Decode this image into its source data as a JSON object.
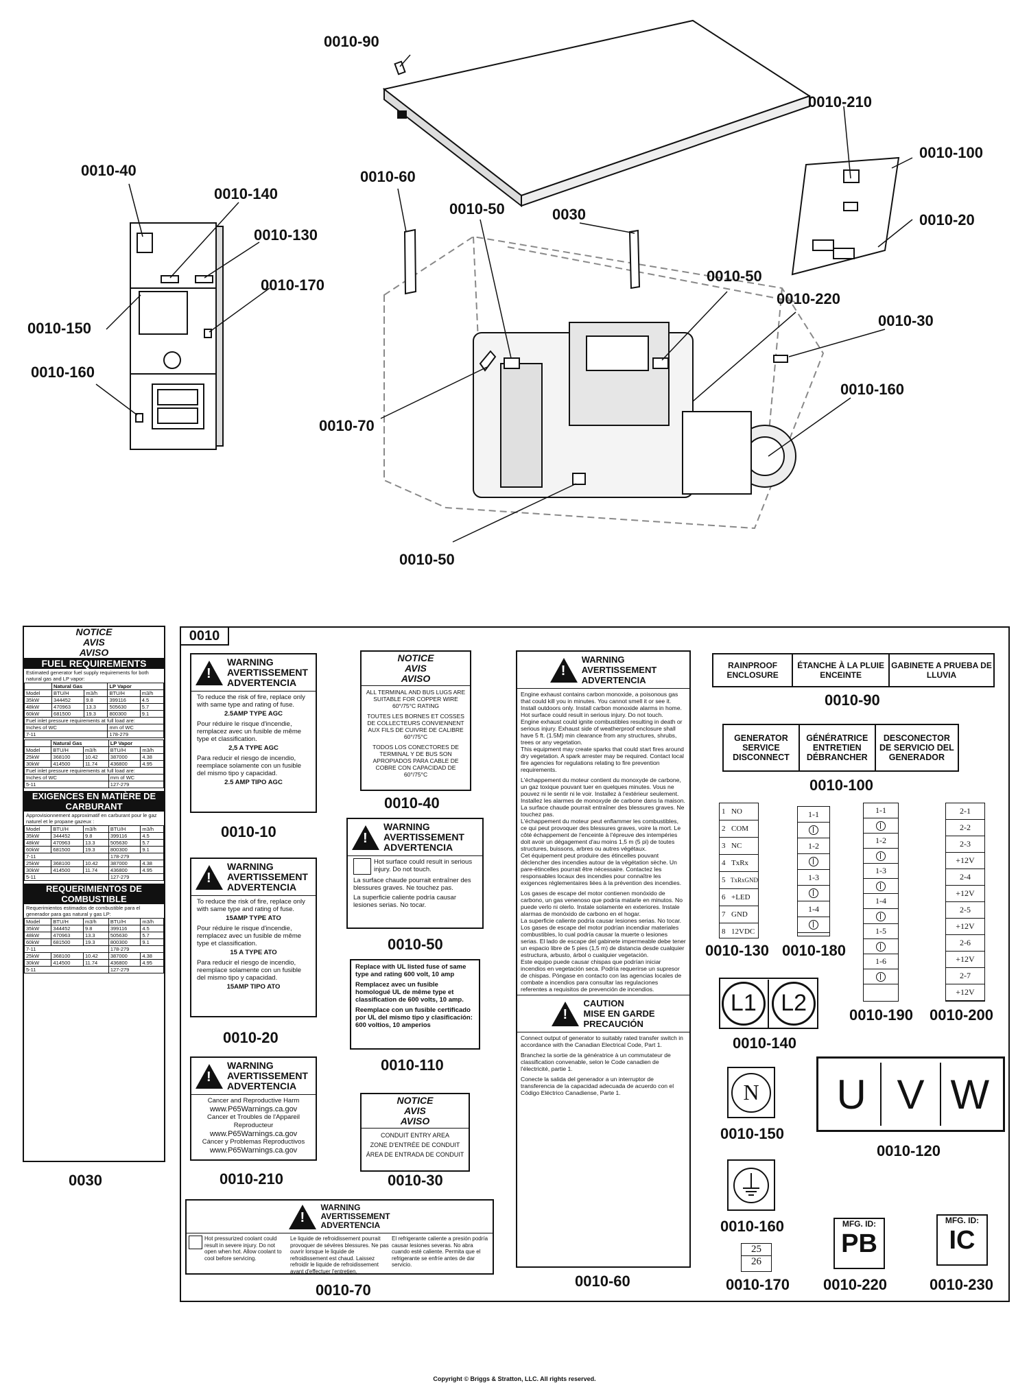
{
  "callouts": {
    "c_0010_90": "0010-90",
    "c_0010_210": "0010-210",
    "c_0010_100": "0010-100",
    "c_0010_20": "0010-20",
    "c_0010_40": "0010-40",
    "c_0010_140": "0010-140",
    "c_0010_130": "0010-130",
    "c_0010_170": "0010-170",
    "c_0010_150": "0010-150",
    "c_0010_160_left": "0010-160",
    "c_0010_60": "0010-60",
    "c_0010_50_top": "0010-50",
    "c_0030": "0030",
    "c_0010_50_mid": "0010-50",
    "c_0010_220": "0010-220",
    "c_0010_30": "0010-30",
    "c_0010_160_right": "0010-160",
    "c_0010_70": "0010-70",
    "c_0010_50_bottom": "0010-50"
  },
  "kit": {
    "id": "0010"
  },
  "fuel": {
    "notice": [
      "NOTICE",
      "AVIS",
      "AVISO"
    ],
    "en_title": "FUEL REQUIREMENTS",
    "en_sub": "Estimated generator fuel supply requirements for both natural gas and LP vapor:",
    "fr_title": "EXIGENCES EN MATIÈRE DE CARBURANT",
    "fr_sub": "Approvisionnement approximatif en carburant pour le gaz naturel et le propane gazeux :",
    "es_title": "REQUERIMIENTOS DE COMBUSTIBLE",
    "es_sub": "Requerimientos estimados de combustible para el generador para gas natural y gas LP:",
    "col_ng": "Natural Gas",
    "col_lp": "LP Vapor",
    "rows_a": [
      [
        "Model",
        "BTU/H",
        "m3/h",
        "BTU/H",
        "m3/h"
      ],
      [
        "35kW",
        "344452",
        "9.8",
        "399116",
        "4.5"
      ],
      [
        "48kW",
        "470963",
        "13.3",
        "505630",
        "5.7"
      ],
      [
        "60kW",
        "681500",
        "19.3",
        "800300",
        "9.1"
      ]
    ],
    "rows_b": [
      [
        "Model",
        "BTU/H",
        "m3/h",
        "BTU/H",
        "m3/h"
      ],
      [
        "25kW",
        "368100",
        "10.42",
        "387000",
        "4.38"
      ],
      [
        "30kW",
        "414500",
        "11.74",
        "436800",
        "4.95"
      ]
    ],
    "press_note": "Fuel inlet pressure requirements at full load are:",
    "inches_wc": "Inches of WC",
    "mm_wc": "mm of WC",
    "range_a1": "7-11",
    "range_a2": "178-279",
    "range_b1": "5-11",
    "range_b2": "127-279",
    "part": "0030"
  },
  "labels": {
    "l_0010_10": "0010-10",
    "l_0010_20": "0010-20",
    "l_0010_210": "0010-210",
    "l_0010_70": "0010-70",
    "l_0010_40": "0010-40",
    "l_0010_50": "0010-50",
    "l_0010_110": "0010-110",
    "l_0010_30": "0010-30",
    "l_0010_60": "0010-60",
    "l_0010_90": "0010-90",
    "l_0010_100": "0010-100",
    "l_0010_130": "0010-130",
    "l_0010_180": "0010-180",
    "l_0010_190": "0010-190",
    "l_0010_200": "0010-200",
    "l_0010_140": "0010-140",
    "l_0010_150": "0010-150",
    "l_0010_120": "0010-120",
    "l_0010_160": "0010-160",
    "l_0010_170": "0010-170",
    "l_0010_220": "0010-220",
    "l_0010_230": "0010-230",
    "l_0030": "0030"
  },
  "warn": {
    "w1": "WARNING",
    "w2": "AVERTISSEMENT",
    "w3": "ADVERTENCIA",
    "n1": "NOTICE",
    "n2": "AVIS",
    "n3": "AVISO",
    "c1": "CAUTION",
    "c2": "MISE EN GARDE",
    "c3": "PRECAUCIÓN"
  },
  "d10": {
    "en": "To reduce the risk of fire, replace only with same type and rating of fuse.",
    "en_b": "2.5AMP TYPE AGC",
    "fr": "Pour réduire le risque d'incendie, remplacez avec un fusible de même type et classification.",
    "fr_b": "2,5 A TYPE AGC",
    "es": "Para reducir el riesgo de incendio, reemplace solamente con un fusible del mismo tipo y capacidad.",
    "es_b": "2.5 AMP TIPO AGC"
  },
  "d20": {
    "en_b": "15AMP TYPE ATO",
    "fr_b": "15 A TYPE ATO",
    "es_b": "15AMP TIPO ATO"
  },
  "d210": {
    "l1": "Cancer and Reproductive Harm",
    "l2": "www.P65Warnings.ca.gov",
    "l3": "Cancer et Troubles de l'Appareil Reproducteur",
    "l4": "www.P65Warnings.ca.gov",
    "l5": "Cáncer y Problemas Reproductivos",
    "l6": "www.P65Warnings.ca.gov"
  },
  "d40": {
    "en": "ALL TERMINAL AND BUS LUGS ARE SUITABLE FOR COPPER WIRE 60°/75°C RATING",
    "fr": "TOUTES LES BORNES ET COSSES DE COLLECTEURS CONVIENNENT AUX FILS DE CUIVRE DE CALIBRE 60°/75°C",
    "es": "TODOS LOS CONECTORES DE TERMINAL Y DE BUS SON APROPIADOS PARA CABLE DE COBRE CON CAPACIDAD DE 60°/75°C"
  },
  "d50": {
    "en": "Hot surface could result in serious injury. Do not touch.",
    "fr": "La surface chaude pourrait entraîner des blessures graves. Ne touchez pas.",
    "es": "La superficie caliente podría causar lesiones serias. No tocar."
  },
  "d110": {
    "en": "Replace with UL listed fuse of same type and rating 600 volt, 10 amp",
    "fr": "Remplacez avec un fusible homologué UL de même type et classification de 600 volts, 10 amp.",
    "es": "Reemplace con un fusible certificado por UL del mismo tipo y clasificación: 600 voltios, 10 amperios"
  },
  "d30": {
    "en": "CONDUIT ENTRY AREA",
    "fr": "ZONE D'ENTRÉE DE CONDUIT",
    "es": "ÁREA DE ENTRADA DE CONDUIT"
  },
  "d70": {
    "en": "Hot pressurized coolant could result in severe injury. Do not open when hot. Allow coolant to cool before servicing.",
    "fr": "Le liquide de refroidissement pourrait provoquer de sévères blessures. Ne pas ouvrir lorsque le liquide de refroidissement est chaud. Laissez refroidir le liquide de refroidissement avant d'effectuer l'entretien.",
    "es": "El refrigerante caliente a presión podría causar lesiones severas. No abra cuando esté caliente. Permita que el refrigerante se enfríe antes de dar servicio."
  },
  "d60": {
    "p1": "Engine exhaust contains carbon monoxide, a poisonous gas that could kill you in minutes. You cannot smell it or see it. Install outdoors only. Install carbon monoxide alarms in home.",
    "p2": "Hot surface could result in serious injury. Do not touch.",
    "p3": "Engine exhaust could ignite combustibles resulting in death or serious injury. Exhaust side of weatherproof enclosure shall have 5 ft. (1.5M) min clearance from any structures, shrubs, trees or any vegetation.",
    "p4": "This equipment may create sparks that could start fires around dry vegetation. A spark arrester may be required. Contact local fire agencies for regulations relating to fire prevention requirements.",
    "p5": "L'échappement du moteur contient du monoxyde de carbone, un gaz toxique pouvant tuer en quelques minutes. Vous ne pouvez ni le sentir ni le voir. Installez à l'extérieur seulement. Installez les alarmes de monoxyde de carbone dans la maison.",
    "p6": "La surface chaude pourrait entraîner des blessures graves. Ne touchez pas.",
    "p7": "L'échappement du moteur peut enflammer les combustibles, ce qui peut provoquer des blessures graves, voire la mort. Le côté échappement de l'enceinte à l'épreuve des intempéries doit avoir un dégagement d'au moins 1,5 m (5 pi) de toutes structures, buissons, arbres ou autres végétaux.",
    "p8": "Cet équipement peut produire des étincelles pouvant déclencher des incendies autour de la végétation sèche. Un pare-étincelles pourrait être nécessaire. Contactez les responsables locaux des incendies pour connaître les exigences réglementaires liées à la prévention des incendies.",
    "p9": "Los gases de escape del motor contienen monóxido de carbono, un gas venenoso que podría matarle en minutos. No puede verlo ni olerlo. Instale solamente en exteriores. Instale alarmas de monóxido de carbono en el hogar.",
    "p10": "La superficie caliente podría causar lesiones serias. No tocar.",
    "p11": "Los gases de escape del motor podrían incendiar materiales combustibles, lo cual podría causar la muerte o lesiones serias. El lado de escape del gabinete impermeable debe tener un espacio libre de 5 pies (1,5 m) de distancia desde cualquier estructura, arbusto, árbol o cualquier vegetación.",
    "p12": "Este equipo puede causar chispas que podrían iniciar incendios en vegetación seca. Podría requerirse un supresor de chispas. Póngase en contacto con las agencias locales de combate a incendios para consultar las regulaciones referentes a requisitos de prevención de incendios.",
    "c_en": "Connect output of generator to suitably rated transfer switch in accordance with the Canadian Electrical Code, Part 1.",
    "c_fr": "Branchez la sortie de la génératrice à un commutateur de classification convenable, selon le Code canadien de l'électricité, partie 1.",
    "c_es": "Conecte la salida del generador a un interruptor de transferencia de la capacidad adecuada de acuerdo con el Código Eléctrico Canadiense, Parte 1."
  },
  "d90": [
    "RAINPROOF ENCLOSURE",
    "ÉTANCHE À LA PLUIE ENCEINTE",
    "GABINETE A PRUEBA DE LLUVIA"
  ],
  "d100": [
    "GENERATOR SERVICE DISCONNECT",
    "GÉNÉRATRICE ENTRETIEN DÉBRANCHER",
    "DESCONECTOR DE SERVICIO DEL GENERADOR"
  ],
  "d130": {
    "nums": [
      "1",
      "2",
      "3",
      "4",
      "5",
      "6",
      "7",
      "8"
    ],
    "names": [
      "NO",
      "COM",
      "NC",
      "TxRx",
      "TxRxGND",
      "+LED",
      "GND",
      "12VDC"
    ]
  },
  "d180": [
    "1-1",
    "1-2",
    "1-3",
    "1-4"
  ],
  "d190": [
    "1-1",
    "1-2",
    "1-3",
    "1-4",
    "1-5",
    "1-6"
  ],
  "d200": [
    "2-1",
    "2-2",
    "2-3",
    "+12V",
    "2-4",
    "+12V",
    "2-5",
    "+12V",
    "2-6",
    "+12V",
    "2-7",
    "+12V"
  ],
  "d140": [
    "L1",
    "L2"
  ],
  "d150": "N",
  "d120": [
    "U",
    "V",
    "W"
  ],
  "d170": [
    "25",
    "26"
  ],
  "mfg": {
    "label": "MFG. ID:",
    "pb": "PB",
    "ic": "IC"
  },
  "copyright": "Copyright © Briggs & Stratton, LLC. All rights reserved."
}
